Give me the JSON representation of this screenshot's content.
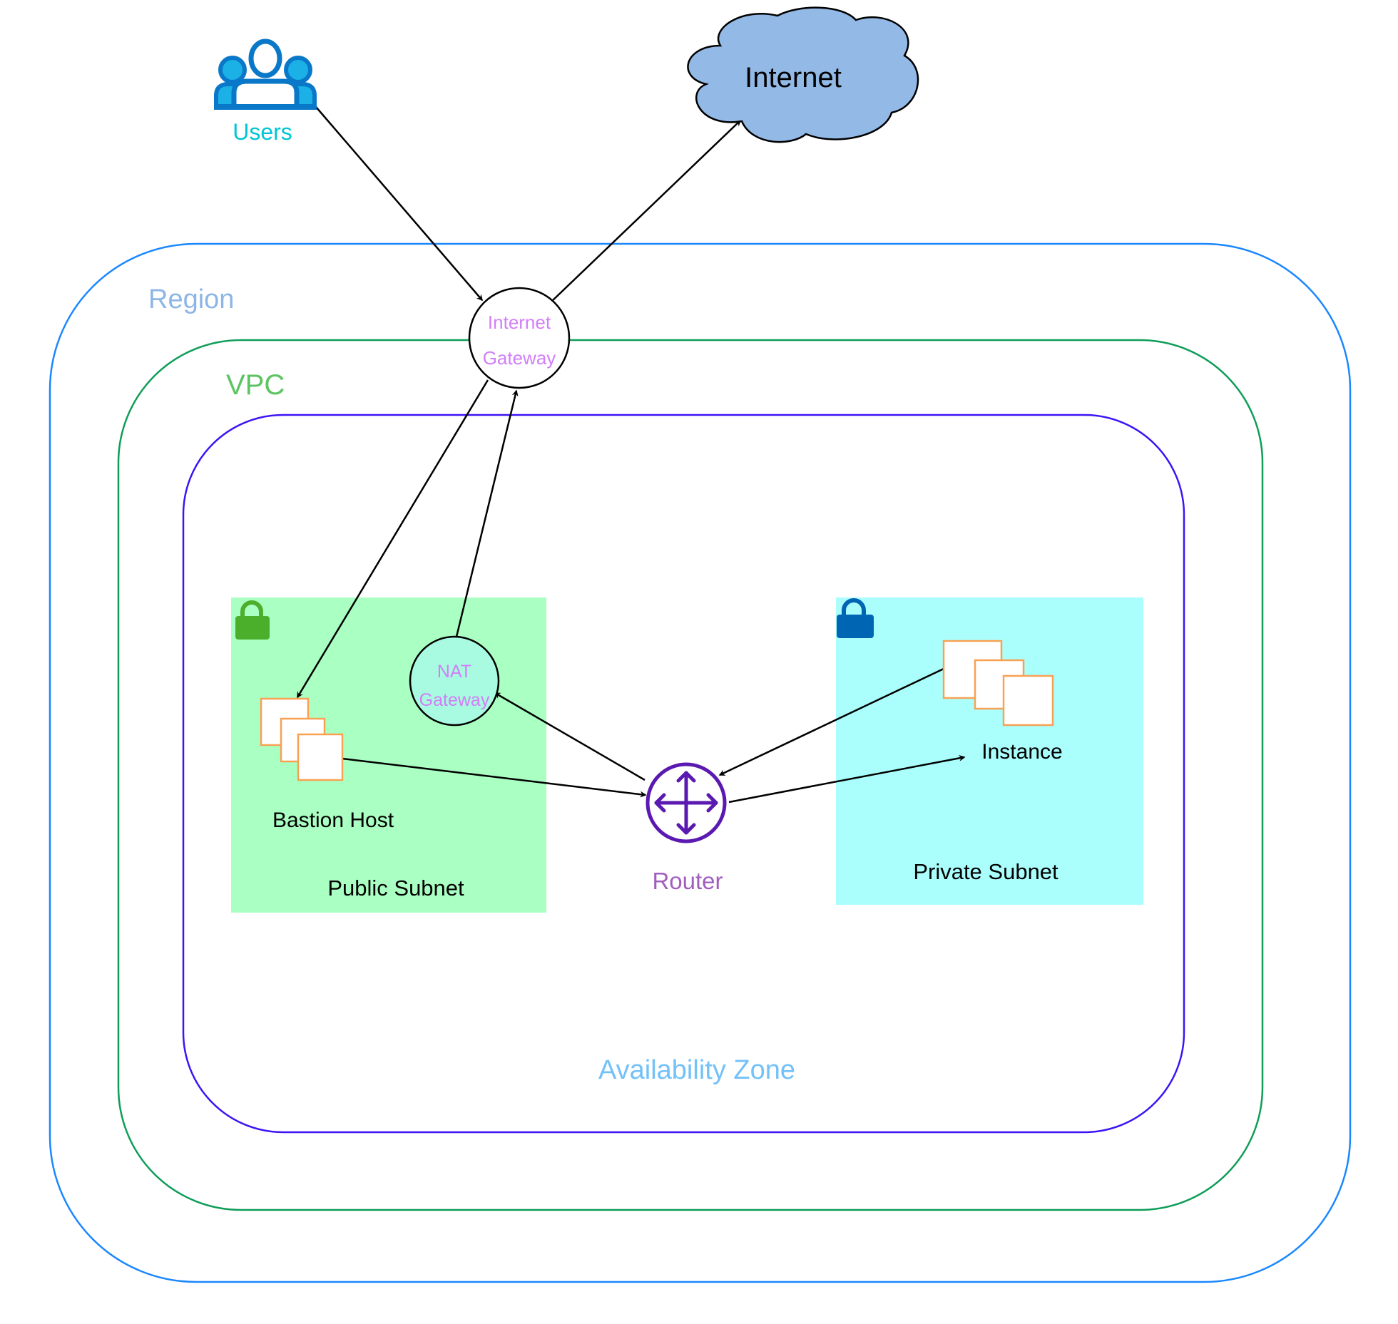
{
  "diagram": {
    "type": "aws-network-architecture",
    "nodes": {
      "users": {
        "label": "Users",
        "icon": "users-group-icon",
        "color": "#00c5d4"
      },
      "internet": {
        "label": "Internet",
        "shape": "cloud",
        "fill": "#93b9e6"
      },
      "internet_gateway": {
        "label_line1": "Internet",
        "label_line2": "Gateway",
        "color": "#d27ef8"
      },
      "nat_gateway": {
        "label_line1": "NAT",
        "label_line2": "Gateway",
        "color": "#d27ef8",
        "fill": "#a8fbe0"
      },
      "router": {
        "label": "Router",
        "icon": "router-arrows-icon",
        "color": "#5a19b0",
        "label_color": "#a15ebd"
      },
      "bastion_host": {
        "label": "Bastion Host",
        "icon": "instance-stack-icon"
      },
      "instance": {
        "label": "Instance",
        "icon": "instance-stack-icon"
      }
    },
    "containers": {
      "region": {
        "label": "Region",
        "stroke": "#1a87ff",
        "label_color": "#8db6e6"
      },
      "vpc": {
        "label": "VPC",
        "stroke": "#0f9d58",
        "label_color": "#5cc461"
      },
      "availability_zone": {
        "label": "Availability Zone",
        "stroke": "#3d14f5",
        "label_color": "#72c1f8"
      },
      "public_subnet": {
        "label": "Public Subnet",
        "fill": "#aaffc2",
        "lock_color": "#4caf2c"
      },
      "private_subnet": {
        "label": "Private Subnet",
        "fill": "#aafffd",
        "lock_color": "#0065b3"
      }
    },
    "edges": [
      {
        "from": "users",
        "to": "internet_gateway"
      },
      {
        "from": "internet_gateway",
        "to": "internet"
      },
      {
        "from": "internet_gateway",
        "to": "bastion_host"
      },
      {
        "from": "nat_gateway",
        "to": "internet_gateway"
      },
      {
        "from": "bastion_host",
        "to": "router"
      },
      {
        "from": "router",
        "to": "nat_gateway"
      },
      {
        "from": "instance",
        "to": "router"
      },
      {
        "from": "router",
        "to": "instance"
      }
    ]
  }
}
